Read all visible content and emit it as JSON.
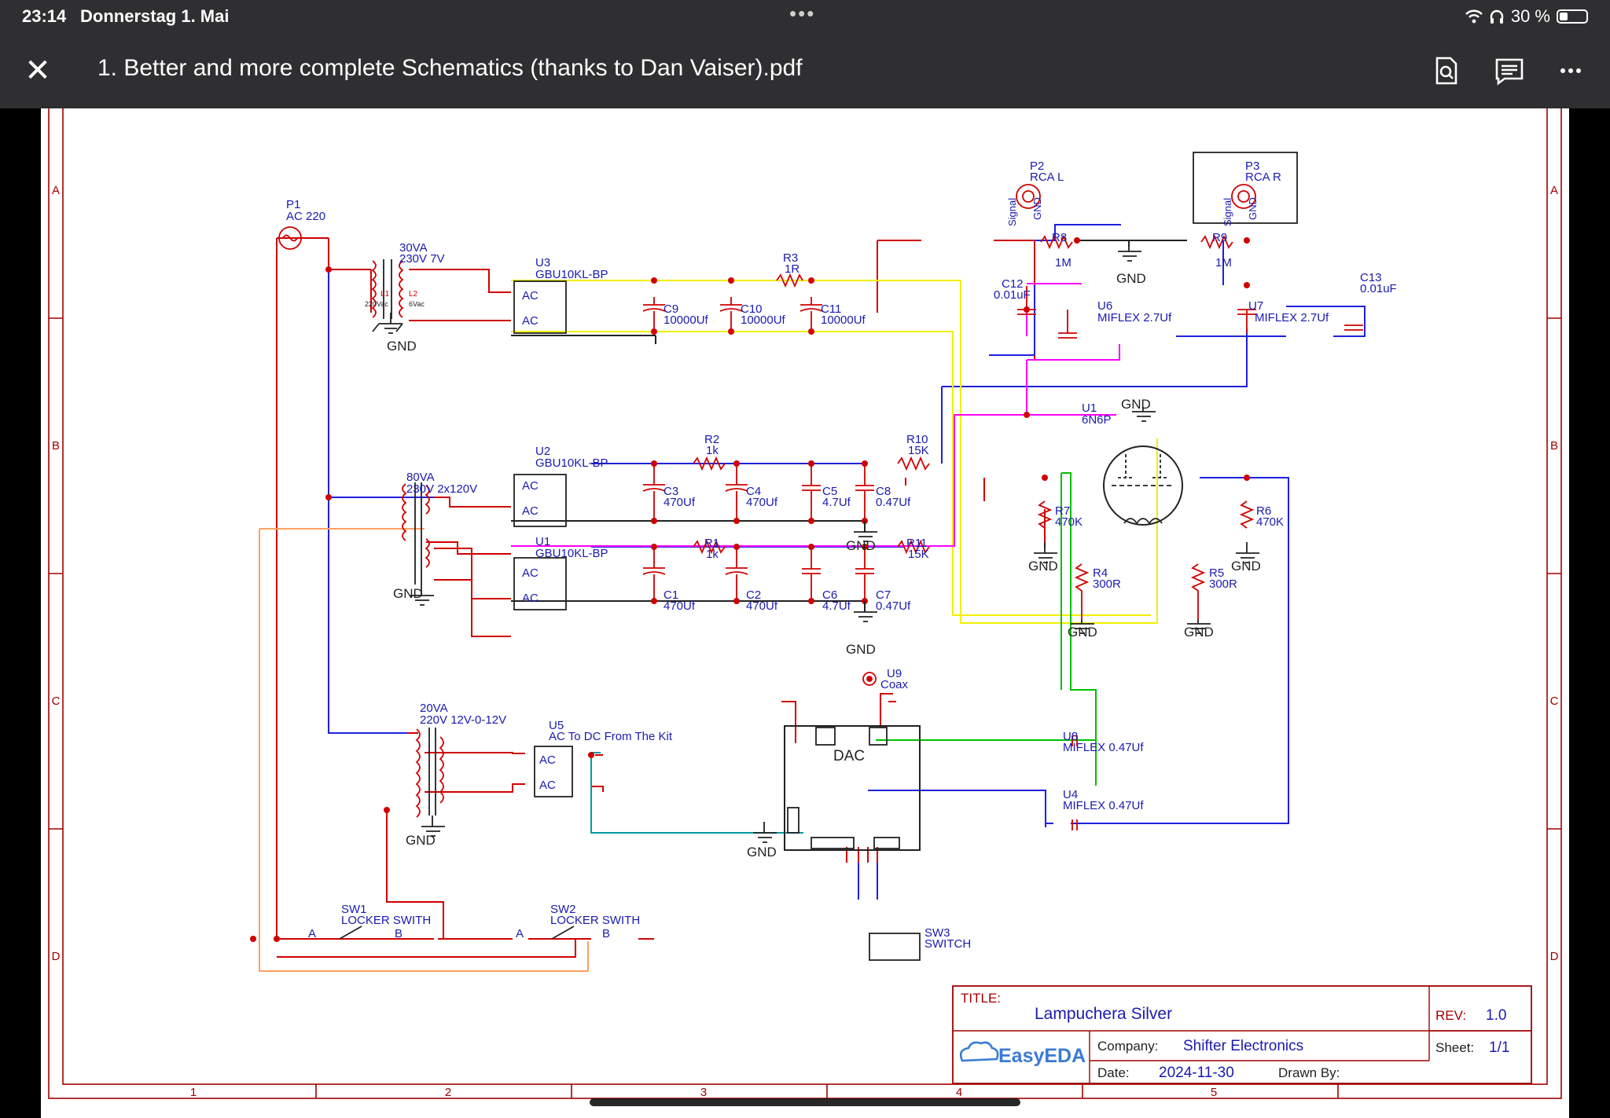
{
  "status_bar": {
    "time": "23:14",
    "date": "Donnerstag 1. Mai",
    "battery": "30 %"
  },
  "top_bar": {
    "title": "1. Better and more complete Schematics (thanks to Dan Vaiser).pdf"
  },
  "icons": {
    "close": "close-icon",
    "search_doc": "search-document-icon",
    "annotate": "comment-icon",
    "more": "more-icon",
    "wifi": "wifi-icon",
    "headphones": "headphones-icon",
    "battery": "battery-icon"
  },
  "colors": {
    "wire_red": "#d00000",
    "wire_blue": "#2020e0",
    "wire_yellow": "#f0f000",
    "wire_magenta": "#ff00ff",
    "wire_green": "#00c000",
    "wire_orange": "#ffa060",
    "wire_teal": "#009aa0",
    "wire_black": "#222222",
    "label_blue": "#1a1ab0",
    "frame": "#a00000"
  },
  "schematic": {
    "border_rows": [
      "A",
      "B",
      "C",
      "D"
    ],
    "border_cols": [
      "1",
      "2",
      "3",
      "4",
      "5"
    ],
    "title_block": {
      "title_label": "TITLE:",
      "title": "Lampuchera Silver",
      "rev_label": "REV:",
      "rev": "1.0",
      "company_label": "Company:",
      "company": "Shifter Electronics",
      "sheet_label": "Sheet:",
      "sheet": "1/1",
      "date_label": "Date:",
      "date": "2024-11-30",
      "drawn_label": "Drawn By:",
      "logo": "EasyEDA"
    },
    "labels": [
      {
        "id": "p1a",
        "text": "P1"
      },
      {
        "id": "p1b",
        "text": "AC 220"
      },
      {
        "id": "t1a",
        "text": "30VA"
      },
      {
        "id": "t1b",
        "text": "230V 7V"
      },
      {
        "id": "t1c",
        "text": "L1"
      },
      {
        "id": "t1d",
        "text": "220Vac"
      },
      {
        "id": "t1e",
        "text": "L2"
      },
      {
        "id": "t1f",
        "text": "6Vac"
      },
      {
        "id": "u3a",
        "text": "U3"
      },
      {
        "id": "u3b",
        "text": "GBU10KL-BP"
      },
      {
        "id": "u2a",
        "text": "U2"
      },
      {
        "id": "u2b",
        "text": "GBU10KL-BP"
      },
      {
        "id": "u1a",
        "text": "U1"
      },
      {
        "id": "u1b",
        "text": "GBU10KL-BP"
      },
      {
        "id": "t2a",
        "text": "80VA"
      },
      {
        "id": "t2b",
        "text": "230V 2x120V"
      },
      {
        "id": "t3a",
        "text": "20VA"
      },
      {
        "id": "t3b",
        "text": "220V 12V-0-12V"
      },
      {
        "id": "u5a",
        "text": "U5"
      },
      {
        "id": "u5b",
        "text": "AC To DC From The Kit"
      },
      {
        "id": "r3a",
        "text": "R3"
      },
      {
        "id": "r3b",
        "text": "1R"
      },
      {
        "id": "c9a",
        "text": "C9"
      },
      {
        "id": "c9b",
        "text": "10000Uf"
      },
      {
        "id": "c10a",
        "text": "C10"
      },
      {
        "id": "c10b",
        "text": "10000Uf"
      },
      {
        "id": "c11a",
        "text": "C11"
      },
      {
        "id": "c11b",
        "text": "10000Uf"
      },
      {
        "id": "r2a",
        "text": "R2"
      },
      {
        "id": "r2b",
        "text": "1k"
      },
      {
        "id": "r10a",
        "text": "R10"
      },
      {
        "id": "r10b",
        "text": "15K"
      },
      {
        "id": "c3a",
        "text": "C3"
      },
      {
        "id": "c3b",
        "text": "470Uf"
      },
      {
        "id": "c4a",
        "text": "C4"
      },
      {
        "id": "c4b",
        "text": "470Uf"
      },
      {
        "id": "c5a",
        "text": "C5"
      },
      {
        "id": "c5b",
        "text": "4.7Uf"
      },
      {
        "id": "c8a",
        "text": "C8"
      },
      {
        "id": "c8b",
        "text": "0.47Uf"
      },
      {
        "id": "r1a",
        "text": "R1"
      },
      {
        "id": "r1b",
        "text": "1k"
      },
      {
        "id": "r11a",
        "text": "R11"
      },
      {
        "id": "r11b",
        "text": "15K"
      },
      {
        "id": "c1a",
        "text": "C1"
      },
      {
        "id": "c1b",
        "text": "470Uf"
      },
      {
        "id": "c2a",
        "text": "C2"
      },
      {
        "id": "c2b",
        "text": "470Uf"
      },
      {
        "id": "c6a",
        "text": "C6"
      },
      {
        "id": "c6b",
        "text": "4.7Uf"
      },
      {
        "id": "c7a",
        "text": "C7"
      },
      {
        "id": "c7b",
        "text": "0.47Uf"
      },
      {
        "id": "p2a",
        "text": "P2"
      },
      {
        "id": "p2b",
        "text": "RCA L"
      },
      {
        "id": "p3a",
        "text": "P3"
      },
      {
        "id": "p3b",
        "text": "RCA R"
      },
      {
        "id": "r8a",
        "text": "R8"
      },
      {
        "id": "r8b",
        "text": "1M"
      },
      {
        "id": "r9a",
        "text": "R9"
      },
      {
        "id": "r9b",
        "text": "1M"
      },
      {
        "id": "c12a",
        "text": "C12"
      },
      {
        "id": "c12b",
        "text": "0.01uF"
      },
      {
        "id": "c13a",
        "text": "C13"
      },
      {
        "id": "c13b",
        "text": "0.01uF"
      },
      {
        "id": "u6a",
        "text": "U6"
      },
      {
        "id": "u6b",
        "text": "MIFLEX 2.7Uf"
      },
      {
        "id": "u7a",
        "text": "U7"
      },
      {
        "id": "u7b",
        "text": "MIFLEX 2.7Uf"
      },
      {
        "id": "v1a",
        "text": "U1"
      },
      {
        "id": "v1b",
        "text": "6N6P"
      },
      {
        "id": "r7a",
        "text": "R7"
      },
      {
        "id": "r7b",
        "text": "470K"
      },
      {
        "id": "r6a",
        "text": "R6"
      },
      {
        "id": "r6b",
        "text": "470K"
      },
      {
        "id": "r4a",
        "text": "R4"
      },
      {
        "id": "r4b",
        "text": "300R"
      },
      {
        "id": "r5a",
        "text": "R5"
      },
      {
        "id": "r5b",
        "text": "300R"
      },
      {
        "id": "u9a",
        "text": "U9"
      },
      {
        "id": "u9b",
        "text": "Coax"
      },
      {
        "id": "dac",
        "text": "DAC"
      },
      {
        "id": "u8a",
        "text": "U8"
      },
      {
        "id": "u8b",
        "text": "MIFLEX 0.47Uf"
      },
      {
        "id": "u4a",
        "text": "U4"
      },
      {
        "id": "u4b",
        "text": "MIFLEX 0.47Uf"
      },
      {
        "id": "sw1a",
        "text": "SW1"
      },
      {
        "id": "sw1b",
        "text": "LOCKER SWITH"
      },
      {
        "id": "sw2a",
        "text": "SW2"
      },
      {
        "id": "sw2b",
        "text": "LOCKER SWITH"
      },
      {
        "id": "sw3a",
        "text": "SW3"
      },
      {
        "id": "sw3b",
        "text": "SWITCH"
      },
      {
        "id": "ac1",
        "text": "AC"
      },
      {
        "id": "ac2",
        "text": "AC"
      },
      {
        "id": "ac3",
        "text": "AC"
      },
      {
        "id": "ac4",
        "text": "AC"
      },
      {
        "id": "ac5",
        "text": "AC"
      },
      {
        "id": "ac6",
        "text": "AC"
      },
      {
        "id": "ac7",
        "text": "AC"
      },
      {
        "id": "ac8",
        "text": "AC"
      },
      {
        "id": "gnd1",
        "text": "GND"
      },
      {
        "id": "gnd2",
        "text": "GND"
      },
      {
        "id": "gnd3",
        "text": "GND"
      },
      {
        "id": "gnd4",
        "text": "GND"
      },
      {
        "id": "gnd5",
        "text": "GND"
      },
      {
        "id": "gnd6",
        "text": "GND"
      },
      {
        "id": "gnd7",
        "text": "GND"
      },
      {
        "id": "gnd8",
        "text": "GND"
      },
      {
        "id": "gnd9",
        "text": "GND"
      },
      {
        "id": "gnd10",
        "text": "GND"
      },
      {
        "id": "gnd11",
        "text": "GND"
      },
      {
        "id": "gnd12",
        "text": "GND"
      },
      {
        "id": "gnd13",
        "text": "GND"
      },
      {
        "id": "gnd14",
        "text": "GND"
      },
      {
        "id": "sigL",
        "text": "Signal"
      },
      {
        "id": "gndL",
        "text": "GND"
      },
      {
        "id": "sigR",
        "text": "Signal"
      },
      {
        "id": "gndR",
        "text": "GND"
      },
      {
        "id": "swA1",
        "text": "A"
      },
      {
        "id": "swB1",
        "text": "B"
      },
      {
        "id": "swA2",
        "text": "A"
      },
      {
        "id": "swB2",
        "text": "B"
      }
    ]
  }
}
